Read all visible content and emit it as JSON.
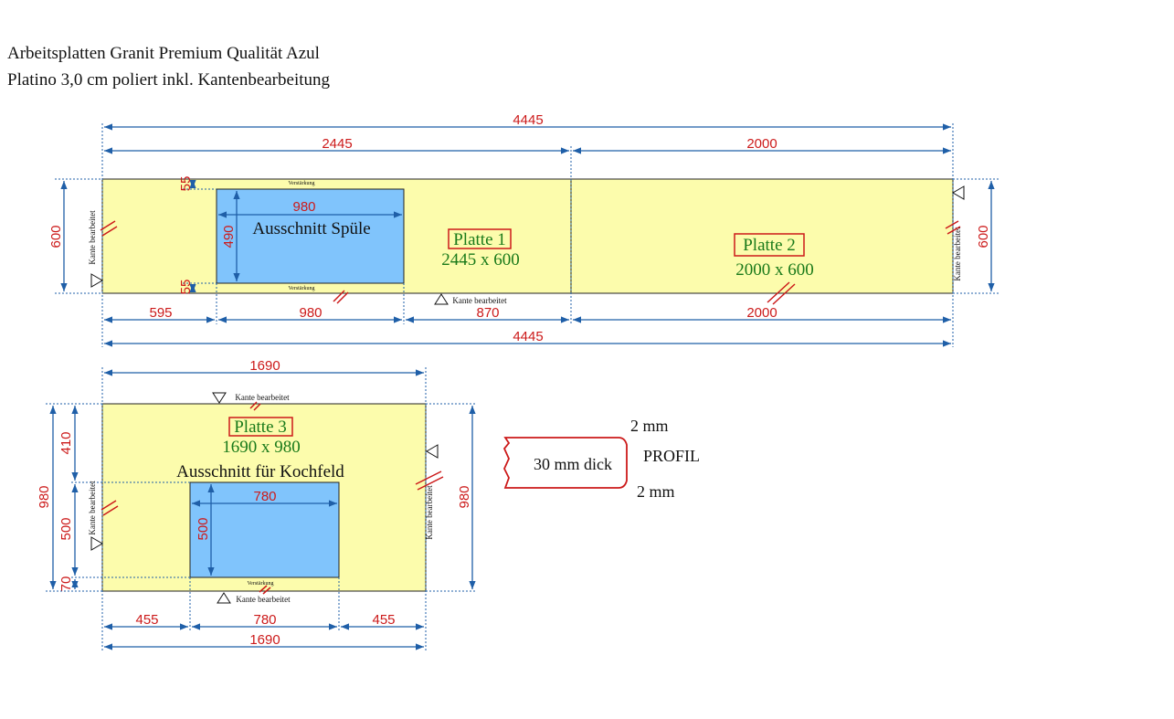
{
  "header": {
    "line1": "Arbeitsplatten Granit Premium Qualität Azul",
    "line2": "Platino 3,0 cm poliert inkl. Kantenbearbeitung"
  },
  "colors": {
    "slab_fill": "#fcfcac",
    "cutout_fill": "#80c4fc",
    "dimension_line": "#1f5fa8",
    "dimension_text": "#cc1a1a",
    "label_frame": "#cc1a1a",
    "label_text": "#1a7a1a"
  },
  "plate1": {
    "name": "Platte 1",
    "size": "2445 x 600",
    "cutout_label": "Ausschnitt Spüle",
    "cutout_width": "980",
    "cutout_depth": "490",
    "offset_top": "55",
    "offset_bottom": "55",
    "reinforcement_top": "Verstärkung",
    "reinforcement_bottom": "Verstärkung",
    "edge_left": "Kante bearbeitet",
    "edge_bottom": "Kante bearbeitet",
    "depth": "600",
    "bottom_dims": [
      "595",
      "980",
      "870"
    ]
  },
  "plate2": {
    "name": "Platte 2",
    "size": "2000 x 600",
    "edge_right": "Kante bearbeitet",
    "depth": "600",
    "bottom_dim": "2000"
  },
  "top_dims": {
    "total": "4445",
    "part1": "2445",
    "part2": "2000"
  },
  "bottom_total": "4445",
  "plate3": {
    "name": "Platte 3",
    "size": "1690 x 980",
    "cutout_label": "Ausschnitt für Kochfeld",
    "top_width": "1690",
    "cutout_width": "780",
    "cutout_depth": "500",
    "left_dims": [
      "410",
      "500",
      "70"
    ],
    "depth_left": "980",
    "depth_right": "980",
    "edge_top": "Kante bearbeitet",
    "edge_left": "Kante bearbeitet",
    "edge_right": "Kante bearbeitet",
    "edge_bottom": "Kante bearbeitet",
    "reinforcement": "Verstärkung",
    "bottom_dims": [
      "455",
      "780",
      "455"
    ],
    "bottom_total": "1690"
  },
  "profile": {
    "thickness": "30 mm dick",
    "top": "2 mm",
    "label": "PROFIL",
    "bottom": "2 mm"
  }
}
